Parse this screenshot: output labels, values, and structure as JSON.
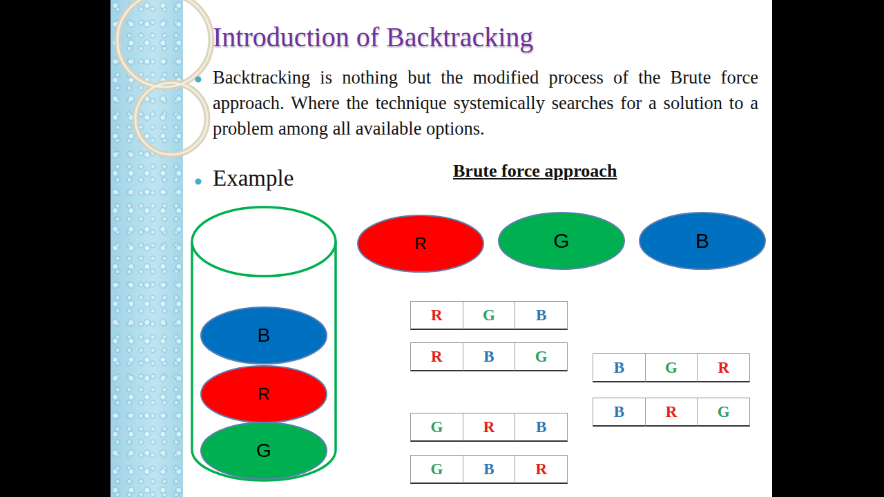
{
  "diagram": {
    "title": "Introduction of Backtracking",
    "nodes": [
      {
        "text": [
          "R"
        ]
      },
      {
        "text": [
          "G"
        ]
      },
      {
        "text": [
          "B"
        ]
      },
      {
        "text": [
          "B"
        ]
      },
      {
        "text": [
          "R"
        ]
      },
      {
        "text": [
          "G"
        ]
      }
    ],
    "labels": [
      "Backtracking is nothing but the modified process of the Brute force approach. Where the technique systemically searches for a solution to a problem among all available options.",
      "Example",
      "Brute force approach",
      "R",
      "G",
      "B",
      "R",
      "B",
      "G",
      "G",
      "R",
      "B",
      "G",
      "B",
      "R",
      "B",
      "G",
      "R",
      "B",
      "R",
      "G"
    ]
  }
}
